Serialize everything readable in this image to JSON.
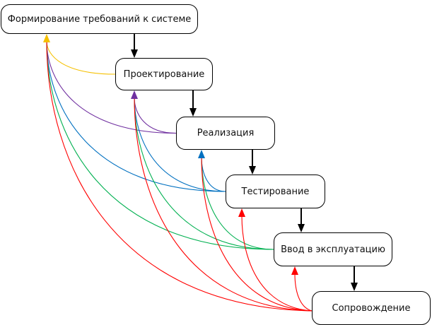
{
  "title": "Каскадная модель с обратными связями",
  "stages": [
    {
      "id": "req",
      "label": "Формирование требований к системе"
    },
    {
      "id": "design",
      "label": "Проектирование"
    },
    {
      "id": "impl",
      "label": "Реализация"
    },
    {
      "id": "test",
      "label": "Тестирование"
    },
    {
      "id": "deploy",
      "label": "Ввод в эксплуатацию"
    },
    {
      "id": "support",
      "label": "Сопровождение"
    }
  ],
  "forward_edges": [
    {
      "from": "req",
      "to": "design"
    },
    {
      "from": "design",
      "to": "impl"
    },
    {
      "from": "impl",
      "to": "test"
    },
    {
      "from": "test",
      "to": "deploy"
    },
    {
      "from": "deploy",
      "to": "support"
    }
  ],
  "feedback_edges": [
    {
      "from": "design",
      "to": "req",
      "color": "#f5c000"
    },
    {
      "from": "impl",
      "to": "req",
      "color": "#7030a0"
    },
    {
      "from": "impl",
      "to": "design",
      "color": "#7030a0"
    },
    {
      "from": "test",
      "to": "req",
      "color": "#0070c0"
    },
    {
      "from": "test",
      "to": "design",
      "color": "#0070c0"
    },
    {
      "from": "test",
      "to": "impl",
      "color": "#0070c0"
    },
    {
      "from": "deploy",
      "to": "req",
      "color": "#00b050"
    },
    {
      "from": "deploy",
      "to": "design",
      "color": "#00b050"
    },
    {
      "from": "deploy",
      "to": "impl",
      "color": "#00b050"
    },
    {
      "from": "support",
      "to": "req",
      "color": "#ff0000"
    },
    {
      "from": "support",
      "to": "design",
      "color": "#ff0000"
    },
    {
      "from": "support",
      "to": "impl",
      "color": "#ff0000"
    },
    {
      "from": "support",
      "to": "test",
      "color": "#ff0000"
    },
    {
      "from": "support",
      "to": "deploy",
      "color": "#ff0000"
    }
  ]
}
